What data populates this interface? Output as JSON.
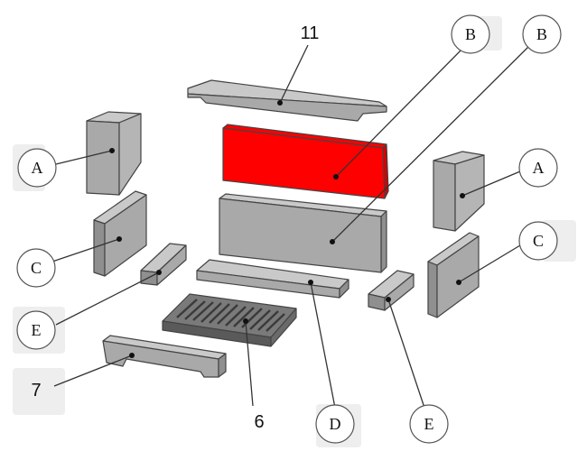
{
  "colors": {
    "part_face": "#a9a9a9",
    "part_top": "#c9c9c9",
    "part_side": "#8f8f8f",
    "highlight": "#ff0000",
    "label_shadow": "#eeeeee"
  },
  "labels": {
    "num_11": "11",
    "num_7": "7",
    "num_6": "6",
    "a_left": "A",
    "a_right": "A",
    "b_top": "B",
    "b_right": "B",
    "c_left": "C",
    "c_right": "C",
    "d": "D",
    "e_left": "E",
    "e_right": "E"
  },
  "highlighted_part": "B"
}
